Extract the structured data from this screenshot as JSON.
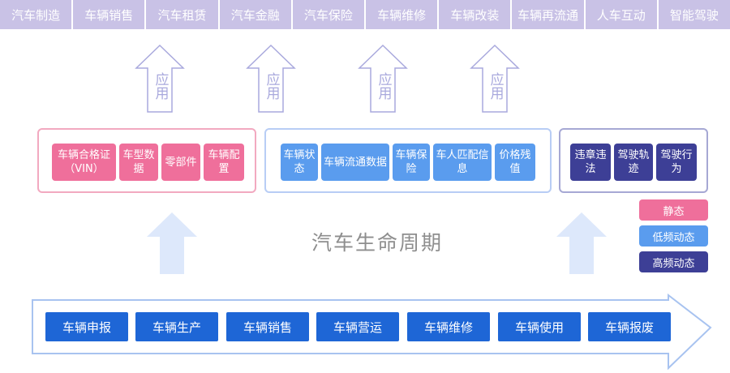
{
  "top_row": [
    "汽车制造",
    "车辆销售",
    "汽车租赁",
    "汽车金融",
    "汽车保险",
    "车辆维修",
    "车辆改装",
    "车辆再流通",
    "人车互动",
    "智能驾驶"
  ],
  "application_label": "应用",
  "groups": {
    "static": [
      "车辆合格证（VIN）",
      "车型数据",
      "零部件",
      "车辆配置"
    ],
    "low_frequency": [
      "车辆状态",
      "车辆流通数据",
      "车辆保险",
      "车人匹配信息",
      "价格残值"
    ],
    "high_frequency": [
      "违章违法",
      "驾驶轨迹",
      "驾驶行为"
    ]
  },
  "legend": [
    {
      "label": "静态",
      "color": "#ef6f9b"
    },
    {
      "label": "低频动态",
      "color": "#5a9cee"
    },
    {
      "label": "高频动态",
      "color": "#3d3f96"
    }
  ],
  "center_title": "汽车生命周期",
  "lifecycle": [
    "车辆申报",
    "车辆生产",
    "车辆销售",
    "车辆营运",
    "车辆维修",
    "车辆使用",
    "车辆报废"
  ],
  "colors": {
    "top_bar": "#c9c2e6",
    "arrow_outline": "#a9a9dd",
    "up_arrow_fill": "#dde8fb",
    "timeline_outline": "#a8c3f0",
    "step_fill": "#1e66d6"
  }
}
